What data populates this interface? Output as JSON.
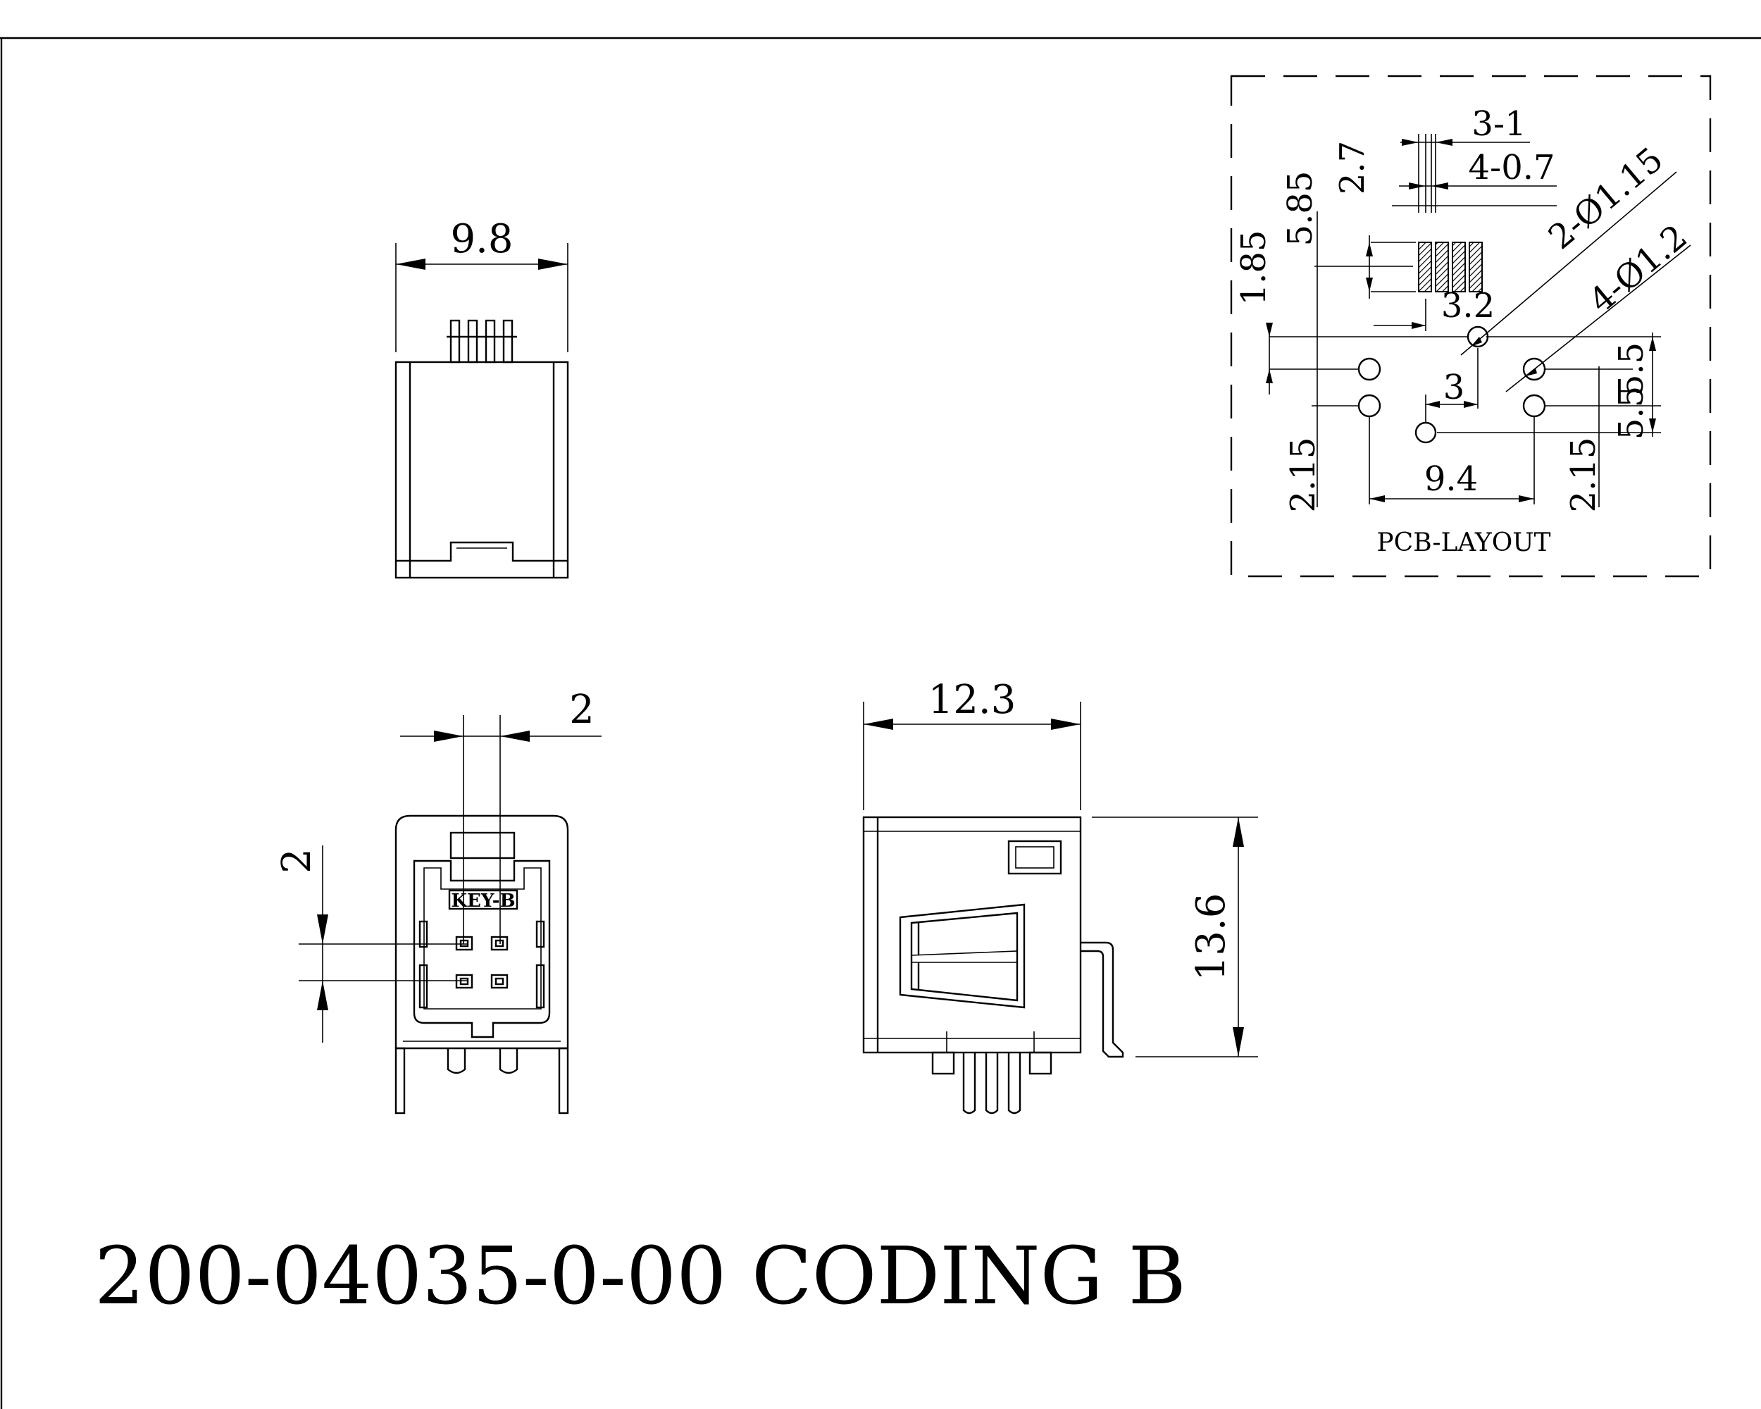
{
  "title": "200-04035-0-00 CODING B",
  "top_view": {
    "width_label": "9.8"
  },
  "front_view": {
    "pitch_x_label": "2",
    "pitch_y_label": "2",
    "key_label": "KEY-B"
  },
  "side_view": {
    "depth_label": "12.3",
    "height_label": "13.6"
  },
  "pcb_layout": {
    "caption": "PCB-LAYOUT",
    "labels": {
      "slot_count_width": "3-1",
      "slot_count_pad": "4-0.7",
      "dim_2_7": "2.7",
      "dim_5_85": "5.85",
      "dim_1_85": "1.85",
      "hole_2x": "2-Ø1.15",
      "hole_4x": "4-Ø1.2",
      "dim_3_2": "3.2",
      "dim_3": "3",
      "dim_5_5_top": "5.5",
      "dim_5_5_bottom": "5.5",
      "dim_2_15_left": "2.15",
      "dim_2_15_right": "2.15",
      "dim_9_4": "9.4"
    }
  }
}
